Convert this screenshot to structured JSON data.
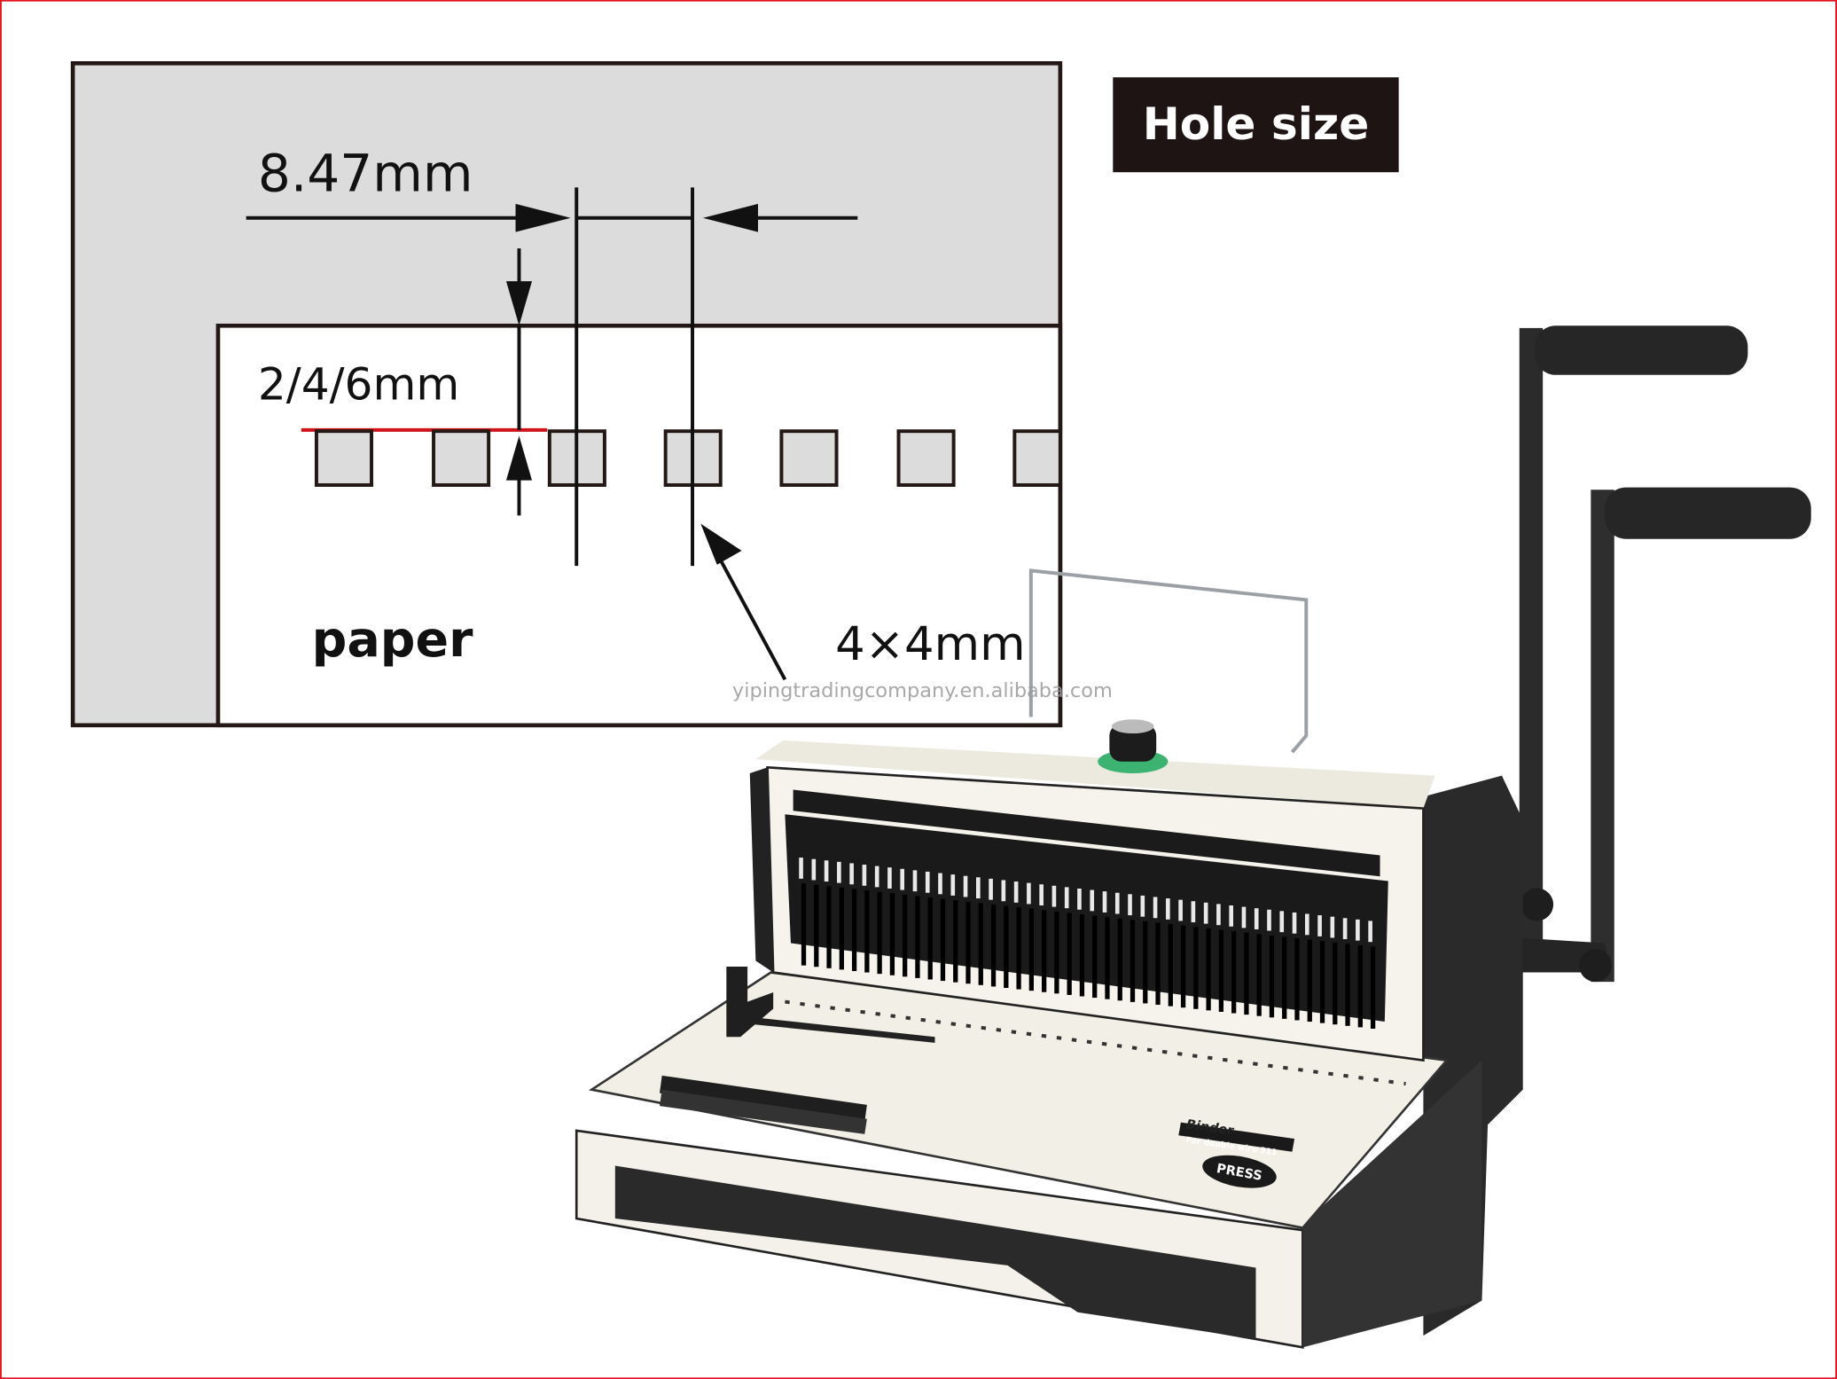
{
  "badge": {
    "label": "Hole size",
    "background": "#1f1414",
    "color": "#ffffff"
  },
  "diagram": {
    "pitch_label": "8.47mm",
    "margin_label": "2/4/6mm",
    "hole_label": "4×4mm",
    "paper_label": "paper",
    "watermark": "yipingtradingcompany.en.alibaba.com",
    "margin_line_color": "#d0121b",
    "cover_color": "#dcdcdc"
  },
  "machine": {
    "brand_label": "Binder",
    "model_label": "For double wire 311",
    "press_label": "PRESS"
  },
  "frame_color": "#e3121b"
}
